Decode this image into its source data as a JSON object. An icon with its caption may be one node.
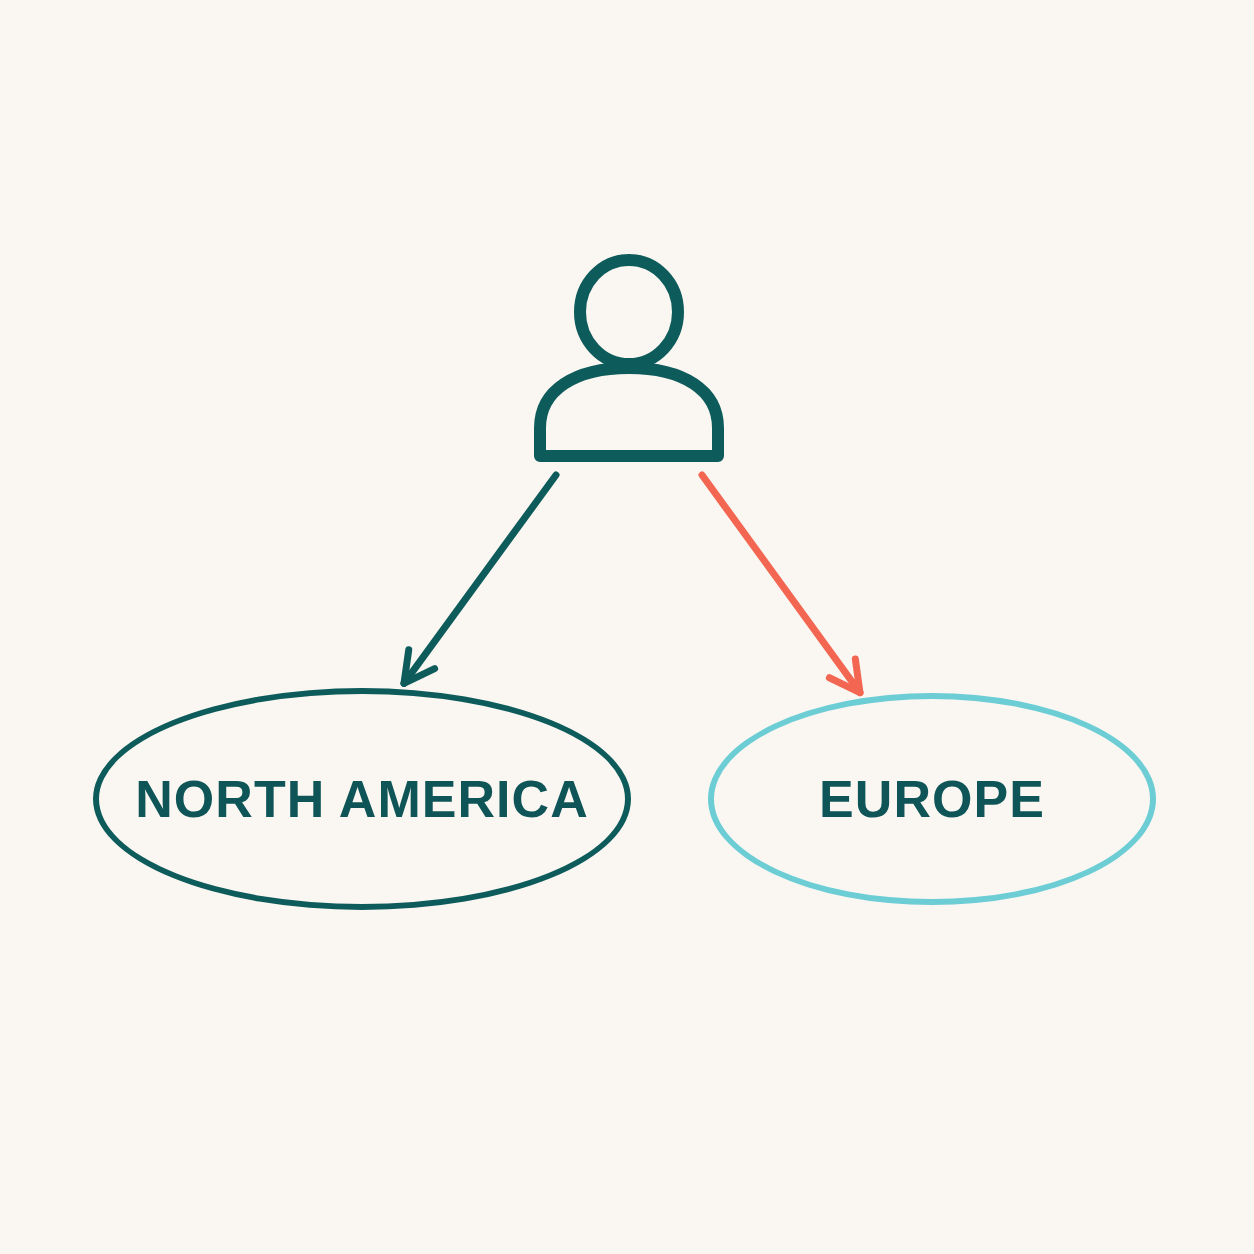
{
  "diagram": {
    "nodes": [
      {
        "text": [],
        "shape": "person"
      },
      {
        "text": [
          "NORTH AMERICA"
        ]
      },
      {
        "text": [
          "EUROPE"
        ]
      }
    ],
    "edges": [
      {
        "from": 0,
        "to": 1,
        "arrow": "to"
      },
      {
        "from": 0,
        "to": 2,
        "arrow": "to",
        "color": "#f26652"
      }
    ]
  }
}
